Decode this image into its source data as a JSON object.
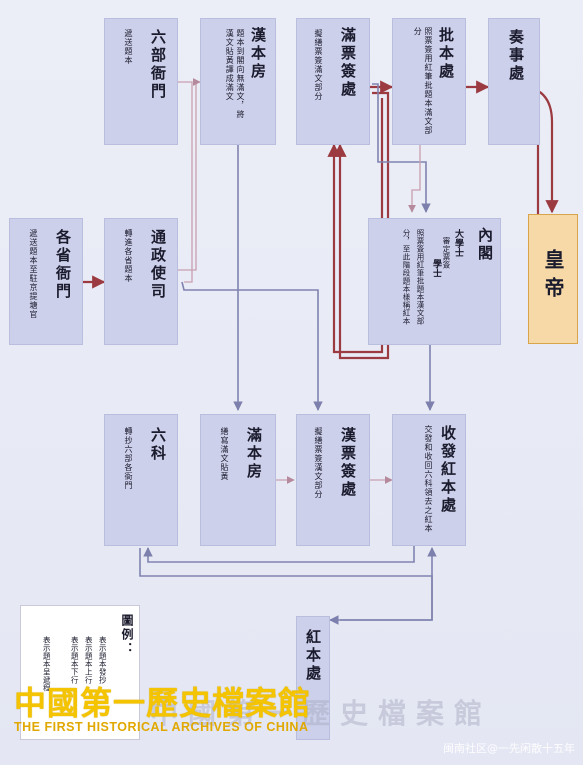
{
  "boxes": {
    "liubu": {
      "title": "六部衙門",
      "desc": "遞送題本"
    },
    "hanben": {
      "title": "漢本房",
      "desc": "題本到閣向無滿文，將漢文貼黃譯成滿文"
    },
    "manpiao": {
      "title": "滿票簽處",
      "desc": "擬繕票簽滿文部分"
    },
    "piben": {
      "title": "批本處",
      "desc": "照票簽用紅筆批題本滿文部分"
    },
    "zoushi": {
      "title": "奏事處",
      "desc": ""
    },
    "gesheng": {
      "title": "各省衙門",
      "desc": "遞送題本至駐京提塘官"
    },
    "tongzheng": {
      "title": "通政使司",
      "desc": "轉進各省題本"
    },
    "neige": {
      "title": "內閣",
      "col1a": "大學士",
      "col1b": "審定票簽",
      "col2": "學士",
      "col3": "照票簽用紅筆批題本漢文部",
      "col4": "分，至此階段題本樣稱紅本"
    },
    "huangdi": {
      "title": "皇帝"
    },
    "liuke": {
      "title": "六科",
      "desc": "轉抄六部各衙門"
    },
    "manben": {
      "title": "滿本房",
      "desc": "繕寫滿文貼黃"
    },
    "hanpiao": {
      "title": "漢票簽處",
      "desc": "擬繕票簽漢文部分"
    },
    "shoufa": {
      "title": "收發紅本處",
      "desc": "交發和收回六科領去之紅本"
    },
    "hongben": {
      "title": "紅本處"
    }
  },
  "legend": {
    "title": "圖例：",
    "item1": "表示題本呈遞程",
    "item2": "表示題本下行",
    "item3": "表示題本上行",
    "item4": "表示題本發抄"
  },
  "brand": {
    "cn": "中國第一歷史檔案館",
    "en": "THE FIRST HISTORICAL ARCHIVES OF CHINA",
    "watermark": "中國第一歷史檔案館"
  },
  "credit": "闽南社区@一先闲散十五年",
  "colors": {
    "box": "#cdd0ea",
    "emperor": "#f6d9a6",
    "flow_up": "#9b3a40",
    "flow_down": "#8083b0",
    "flow_copy": "#c9a0b0"
  }
}
